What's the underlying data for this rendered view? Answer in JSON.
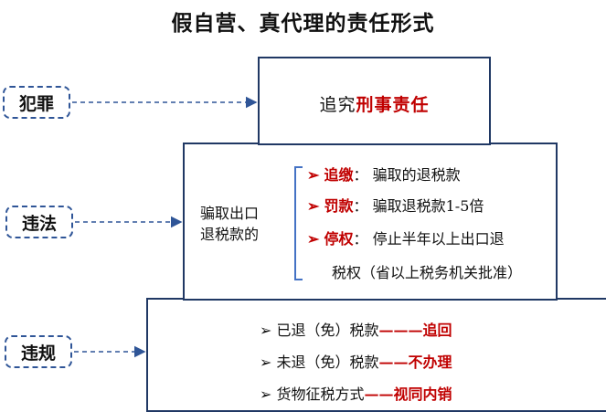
{
  "title": "假自营、真代理的责任形式",
  "levels": {
    "crime": {
      "label": "犯罪",
      "content_prefix": "追究",
      "content_emphasis": "刑事责任"
    },
    "illegal": {
      "label": "违法",
      "condition_line1": "骗取出口",
      "condition_line2": "退税款的",
      "items": [
        {
          "marker": "➢",
          "term": "追缴",
          "sep": "：",
          "text": "骗取的退税款"
        },
        {
          "marker": "➢",
          "term": "罚款",
          "sep": "：",
          "text": "骗取退税款1-5倍"
        },
        {
          "marker": "➢",
          "term": "停权",
          "sep": "：",
          "text": "停止半年以上出口退"
        }
      ],
      "continuation": "税权（省以上税务机关批准）"
    },
    "violation": {
      "label": "违规",
      "items": [
        {
          "marker": "➢",
          "text": "已退（免）税款",
          "dash": "———",
          "result": "追回"
        },
        {
          "marker": "➢",
          "text": "未退（免）税款",
          "dash": "——",
          "result": "不办理"
        },
        {
          "marker": "➢",
          "text": "货物征税方式",
          "dash": "——",
          "result": "视同内销"
        }
      ]
    }
  },
  "colors": {
    "box_border": "#203864",
    "dashed_border": "#2f5597",
    "emphasis": "#c00000"
  }
}
